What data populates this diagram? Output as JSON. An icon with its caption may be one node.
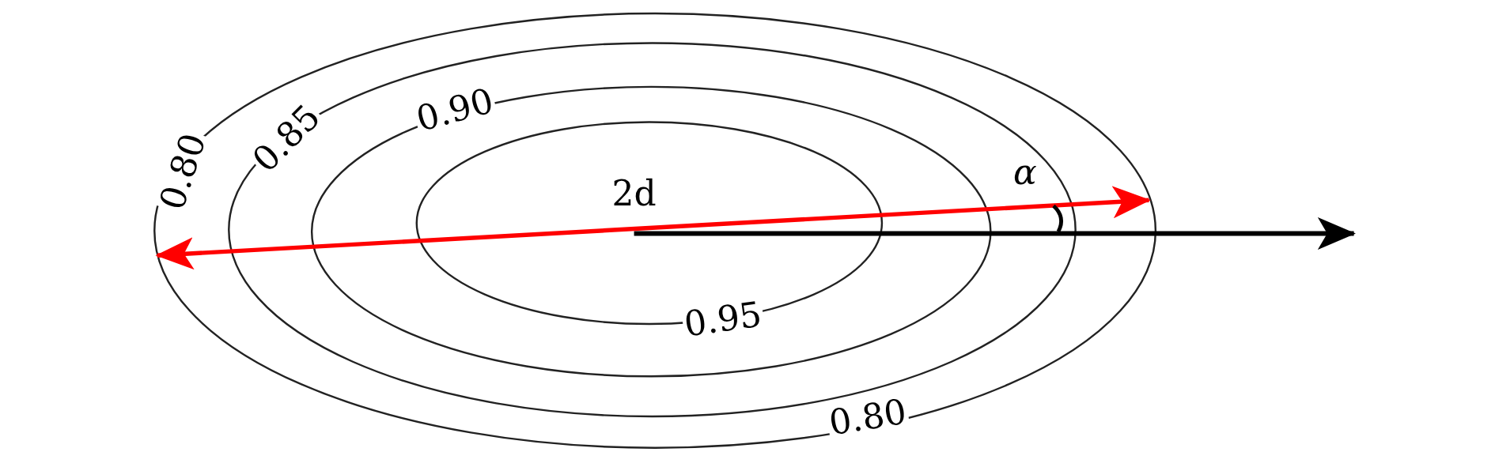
{
  "diagram": {
    "labels": [
      "0.80",
      "0.85",
      "0.90",
      "2d",
      "α",
      "0.95",
      "0.80"
    ]
  }
}
